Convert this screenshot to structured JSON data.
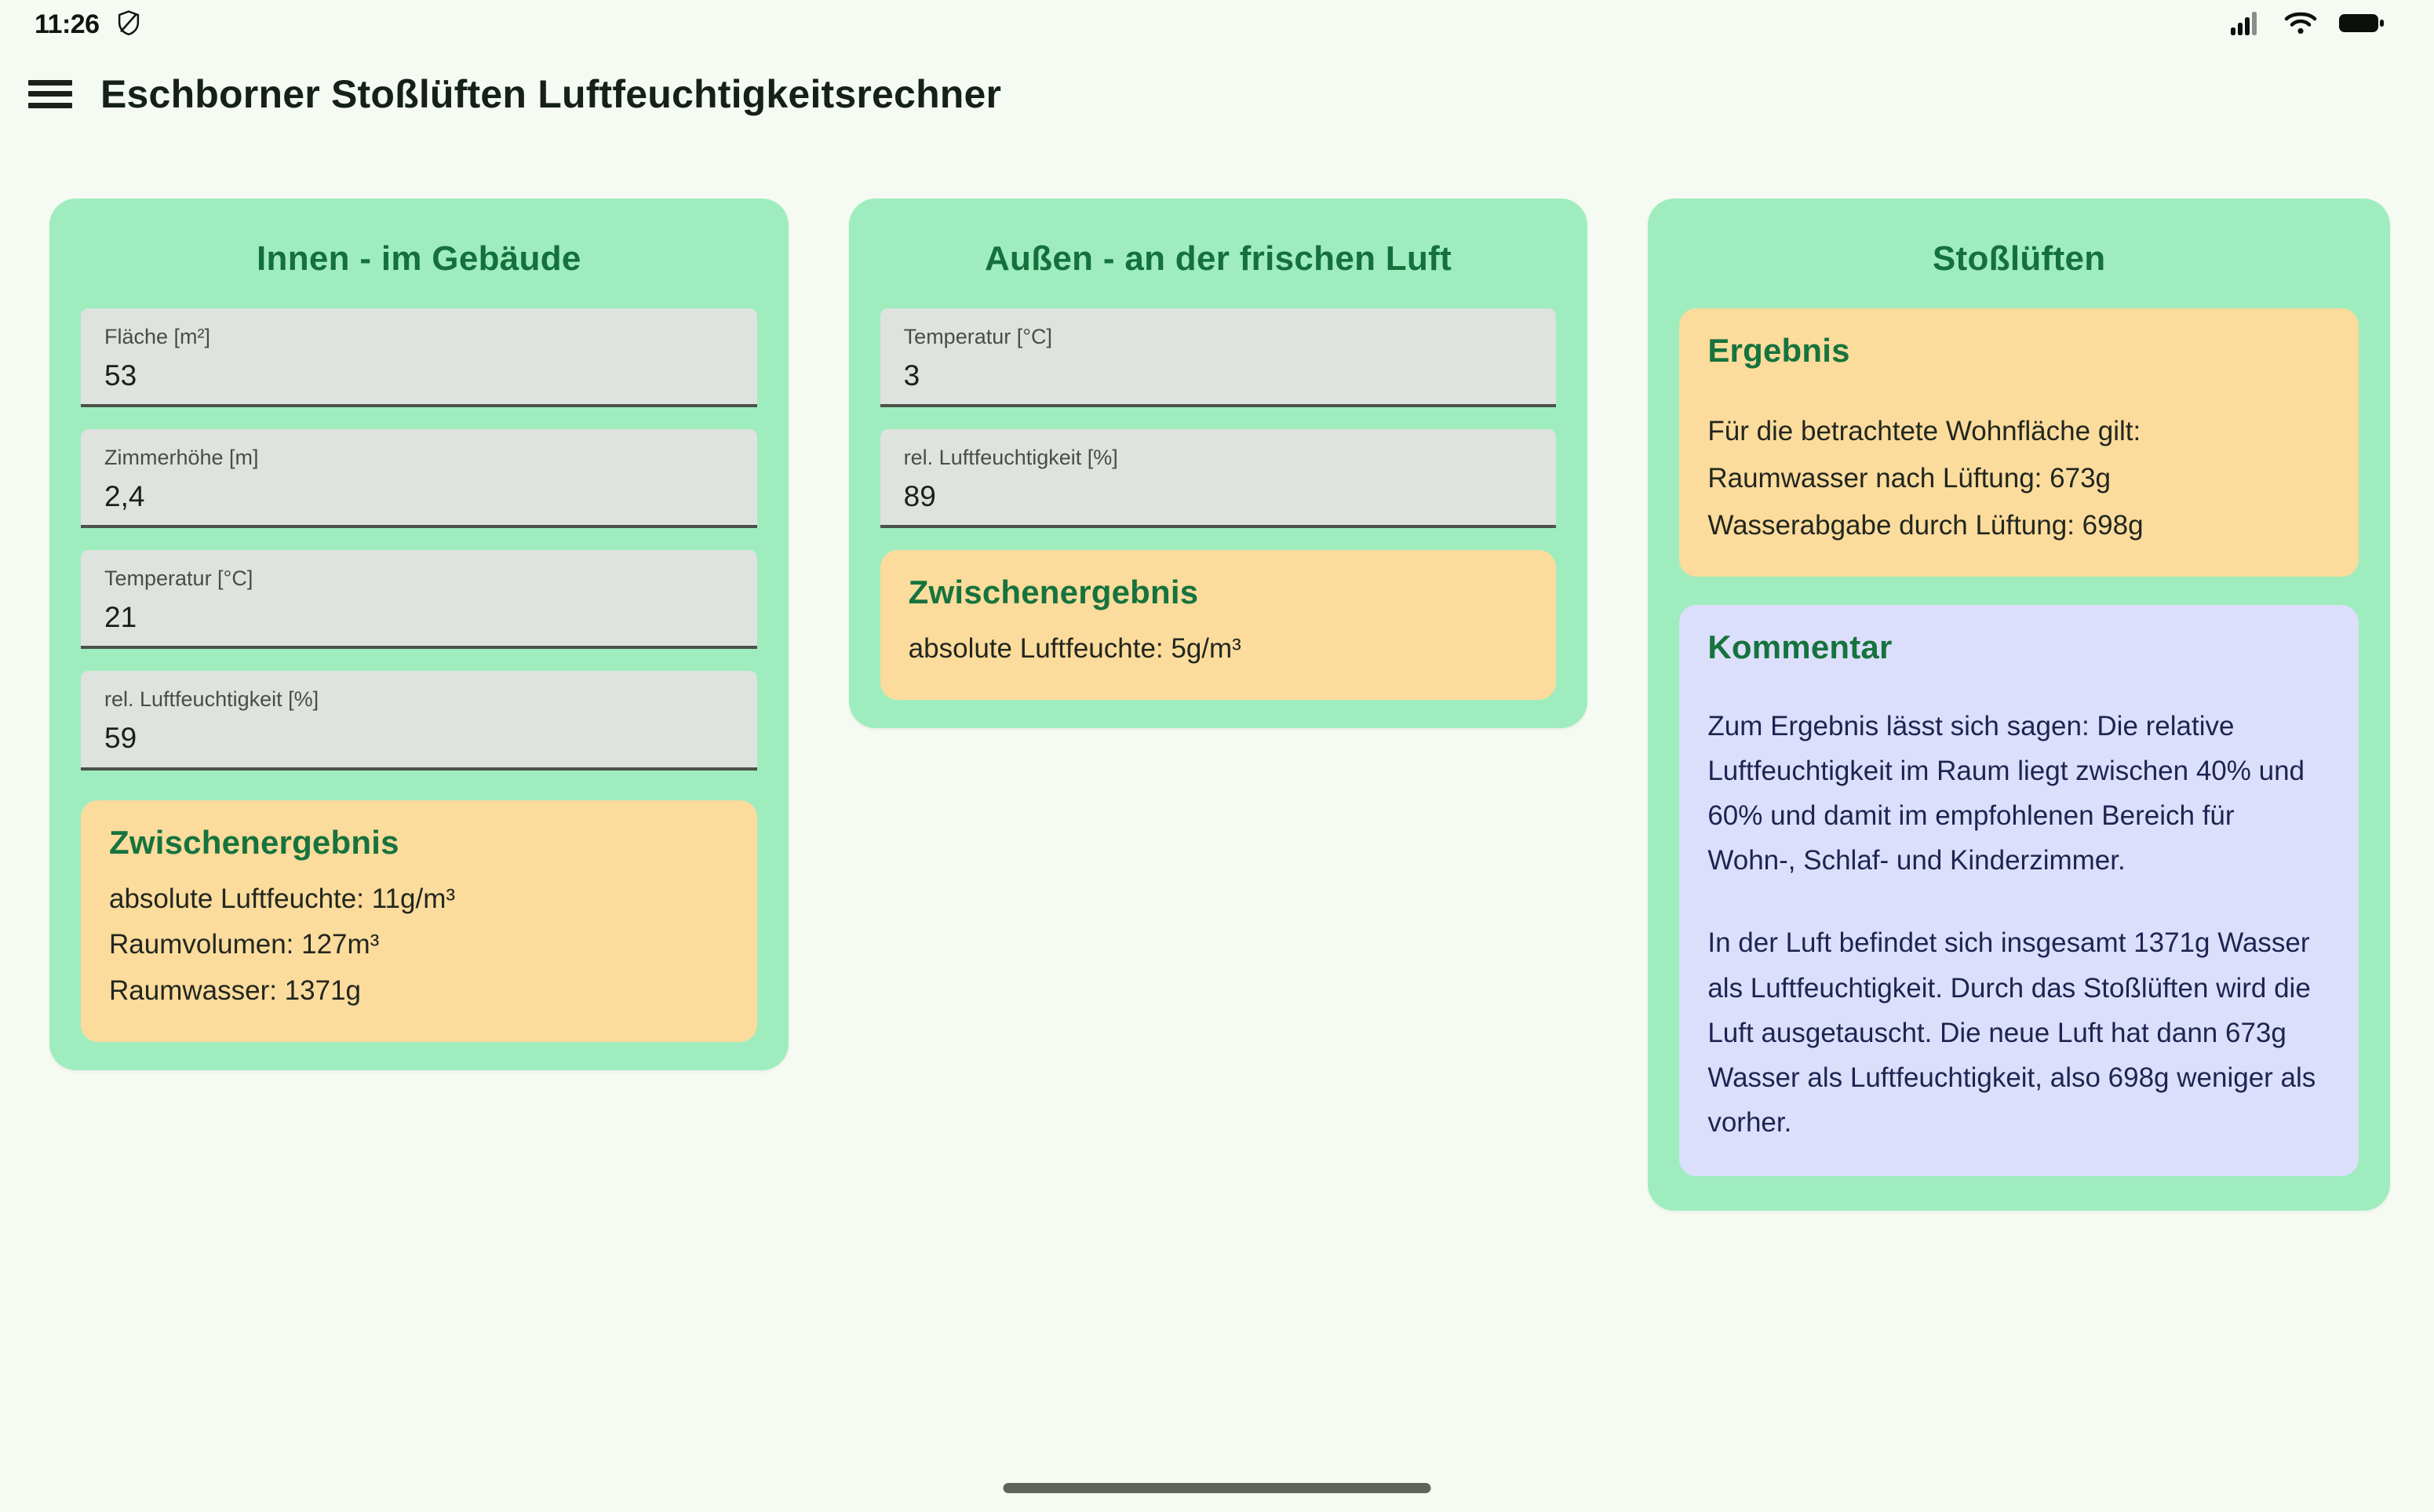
{
  "status_bar": {
    "clock": "11:26",
    "privacy_icon": "shield-icon",
    "signal_icon": "cellular-signal-icon",
    "wifi_icon": "wifi-icon",
    "battery_icon": "battery-full-icon"
  },
  "app_bar": {
    "menu_icon": "hamburger-menu-icon",
    "title": "Eschborner Stoßlüften Luftfeuchtigkeitsrechner"
  },
  "colors": {
    "page_background": "#f5faf3",
    "card_green": "#9fedbe",
    "heading_green": "#14703c",
    "field_grey": "#dfe3df",
    "box_amber": "#fbdc9c",
    "box_lilac": "#dcdffb",
    "comment_text": "#1d2450"
  },
  "cards": {
    "inner": {
      "title": "Innen - im Gebäude",
      "fields": [
        {
          "label": "Fläche [m²]",
          "value": "53"
        },
        {
          "label": "Zimmerhöhe [m]",
          "value": "2,4"
        },
        {
          "label": "Temperatur [°C]",
          "value": "21"
        },
        {
          "label": "rel. Luftfeuchtigkeit [%]",
          "value": "59"
        }
      ],
      "result_box": {
        "heading": "Zwischenergebnis",
        "lines": [
          "absolute Luftfeuchte: 11g/m³",
          "Raumvolumen: 127m³",
          "Raumwasser: 1371g"
        ]
      }
    },
    "outer": {
      "title": "Außen - an der frischen Luft",
      "fields": [
        {
          "label": "Temperatur [°C]",
          "value": "3"
        },
        {
          "label": "rel. Luftfeuchtigkeit [%]",
          "value": "89"
        }
      ],
      "result_box": {
        "heading": "Zwischenergebnis",
        "lines": [
          "absolute Luftfeuchte: 5g/m³"
        ]
      }
    },
    "result": {
      "title": "Stoßlüften",
      "result_box": {
        "heading": "Ergebnis",
        "lines": [
          "Für die betrachtete Wohnfläche gilt:",
          "Raumwasser nach Lüftung: 673g",
          "Wasserabgabe durch Lüftung: 698g"
        ]
      },
      "comment_box": {
        "heading": "Kommentar",
        "paragraphs": [
          "Zum Ergebnis lässt sich sagen: Die relative Luftfeuchtigkeit im Raum liegt zwischen 40% und 60% und damit im empfohlenen Bereich für Wohn-, Schlaf- und Kinderzimmer.",
          "In der Luft befindet sich insgesamt 1371g Wasser als Luftfeuchtigkeit. Durch das Stoßlüften wird die Luft ausgetauscht. Die neue Luft hat dann 673g Wasser als Luftfeuchtigkeit, also 698g weniger als vorher."
        ]
      }
    }
  },
  "gesture_bar": "home-indicator"
}
